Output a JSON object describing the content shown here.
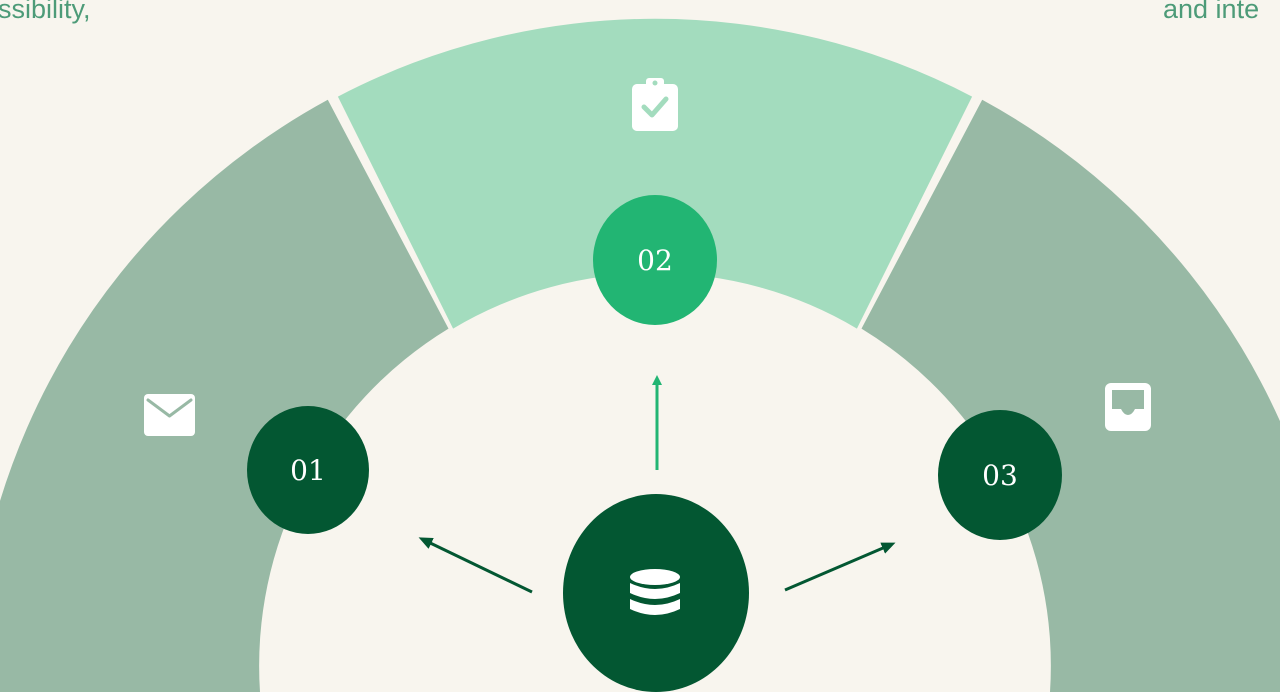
{
  "corner_text": {
    "left": "ssibility,",
    "right": "and inte"
  },
  "steps": [
    {
      "number": "01",
      "icon": "envelope-icon"
    },
    {
      "number": "02",
      "icon": "clipboard-check-icon"
    },
    {
      "number": "03",
      "icon": "inbox-tray-icon"
    }
  ],
  "center": {
    "icon": "database-icon"
  },
  "colors": {
    "background": "#f8f5ee",
    "segment_side": "#98b9a5",
    "segment_middle": "#a3dcbe",
    "node_dark": "#035732",
    "node_bright": "#22b573",
    "arrow_bright": "#22b573",
    "arrow_dark": "#035732",
    "text_accent": "#4d9b78"
  }
}
